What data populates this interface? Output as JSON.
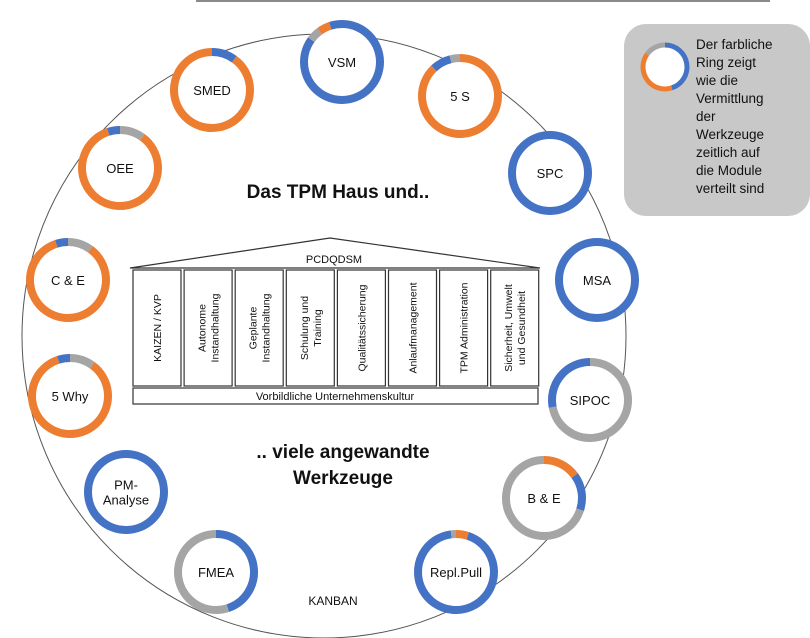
{
  "title": "Das TPM Haus und..",
  "subtitle_lines": [
    ".. viele angewandte",
    "Werkzeuge"
  ],
  "house": {
    "roof_label": "PCDQDSM",
    "foundation_label": "Vorbildliche Unternehmenskultur",
    "pillars": [
      {
        "lines": [
          "KAIZEN / KVP"
        ]
      },
      {
        "lines": [
          "Autonome",
          "Instandhaltung"
        ]
      },
      {
        "lines": [
          "Geplante",
          "Instandhaltung"
        ]
      },
      {
        "lines": [
          "Schulung und",
          "Training"
        ]
      },
      {
        "lines": [
          "Qualitätssicherung"
        ]
      },
      {
        "lines": [
          "Anlaufmanagement"
        ]
      },
      {
        "lines": [
          "TPM Administration"
        ]
      },
      {
        "lines": [
          "Sicherheit, Umwelt",
          "und Gesundheit"
        ]
      }
    ]
  },
  "colors": {
    "blue": "#4472c4",
    "orange": "#ed7d31",
    "gray": "#a5a5a5"
  },
  "tools": [
    {
      "lines": [
        "VSM"
      ],
      "ring": [
        {
          "color": "blue",
          "share": 0.85
        },
        {
          "color": "gray",
          "share": 0.05
        },
        {
          "color": "orange",
          "share": 0.05
        },
        {
          "color": "blue",
          "share": 0.05
        }
      ]
    },
    {
      "lines": [
        "5 S"
      ],
      "ring": [
        {
          "color": "orange",
          "share": 0.88
        },
        {
          "color": "blue",
          "share": 0.08
        },
        {
          "color": "gray",
          "share": 0.04
        }
      ]
    },
    {
      "lines": [
        "SPC"
      ],
      "ring": [
        {
          "color": "blue",
          "share": 1.0
        }
      ]
    },
    {
      "lines": [
        "MSA"
      ],
      "ring": [
        {
          "color": "blue",
          "share": 1.0
        }
      ]
    },
    {
      "lines": [
        "SIPOC"
      ],
      "ring": [
        {
          "color": "gray",
          "share": 0.72
        },
        {
          "color": "blue",
          "share": 0.28
        }
      ]
    },
    {
      "lines": [
        "B & E"
      ],
      "ring": [
        {
          "color": "orange",
          "share": 0.15
        },
        {
          "color": "blue",
          "share": 0.15
        },
        {
          "color": "gray",
          "share": 0.7
        }
      ]
    },
    {
      "lines": [
        "Repl.Pull"
      ],
      "ring": [
        {
          "color": "orange",
          "share": 0.05
        },
        {
          "color": "blue",
          "share": 0.93
        },
        {
          "color": "gray",
          "share": 0.02
        }
      ]
    },
    {
      "lines": [
        "FMEA"
      ],
      "ring": [
        {
          "color": "blue",
          "share": 0.45
        },
        {
          "color": "gray",
          "share": 0.55
        }
      ]
    },
    {
      "lines": [
        "PM-",
        "Analyse"
      ],
      "ring": [
        {
          "color": "blue",
          "share": 1.0
        }
      ]
    },
    {
      "lines": [
        "5 Why"
      ],
      "ring": [
        {
          "color": "gray",
          "share": 0.1
        },
        {
          "color": "orange",
          "share": 0.85
        },
        {
          "color": "blue",
          "share": 0.05
        }
      ]
    },
    {
      "lines": [
        "C & E"
      ],
      "ring": [
        {
          "color": "gray",
          "share": 0.1
        },
        {
          "color": "orange",
          "share": 0.85
        },
        {
          "color": "blue",
          "share": 0.05
        }
      ]
    },
    {
      "lines": [
        "OEE"
      ],
      "ring": [
        {
          "color": "gray",
          "share": 0.1
        },
        {
          "color": "orange",
          "share": 0.85
        },
        {
          "color": "blue",
          "share": 0.05
        }
      ]
    },
    {
      "lines": [
        "SMED"
      ],
      "ring": [
        {
          "color": "blue",
          "share": 0.1
        },
        {
          "color": "orange",
          "share": 0.9
        }
      ]
    }
  ],
  "kanban_label": "KANBAN",
  "note": {
    "lines": [
      "Der farbliche",
      "Ring zeigt",
      "wie die",
      "Vermittlung",
      "der",
      "Werkzeuge",
      "zeitlich auf",
      "die Module",
      "verteilt sind"
    ],
    "ring": [
      {
        "color": "blue",
        "share": 0.45
      },
      {
        "color": "orange",
        "share": 0.4
      },
      {
        "color": "gray",
        "share": 0.15
      }
    ]
  }
}
